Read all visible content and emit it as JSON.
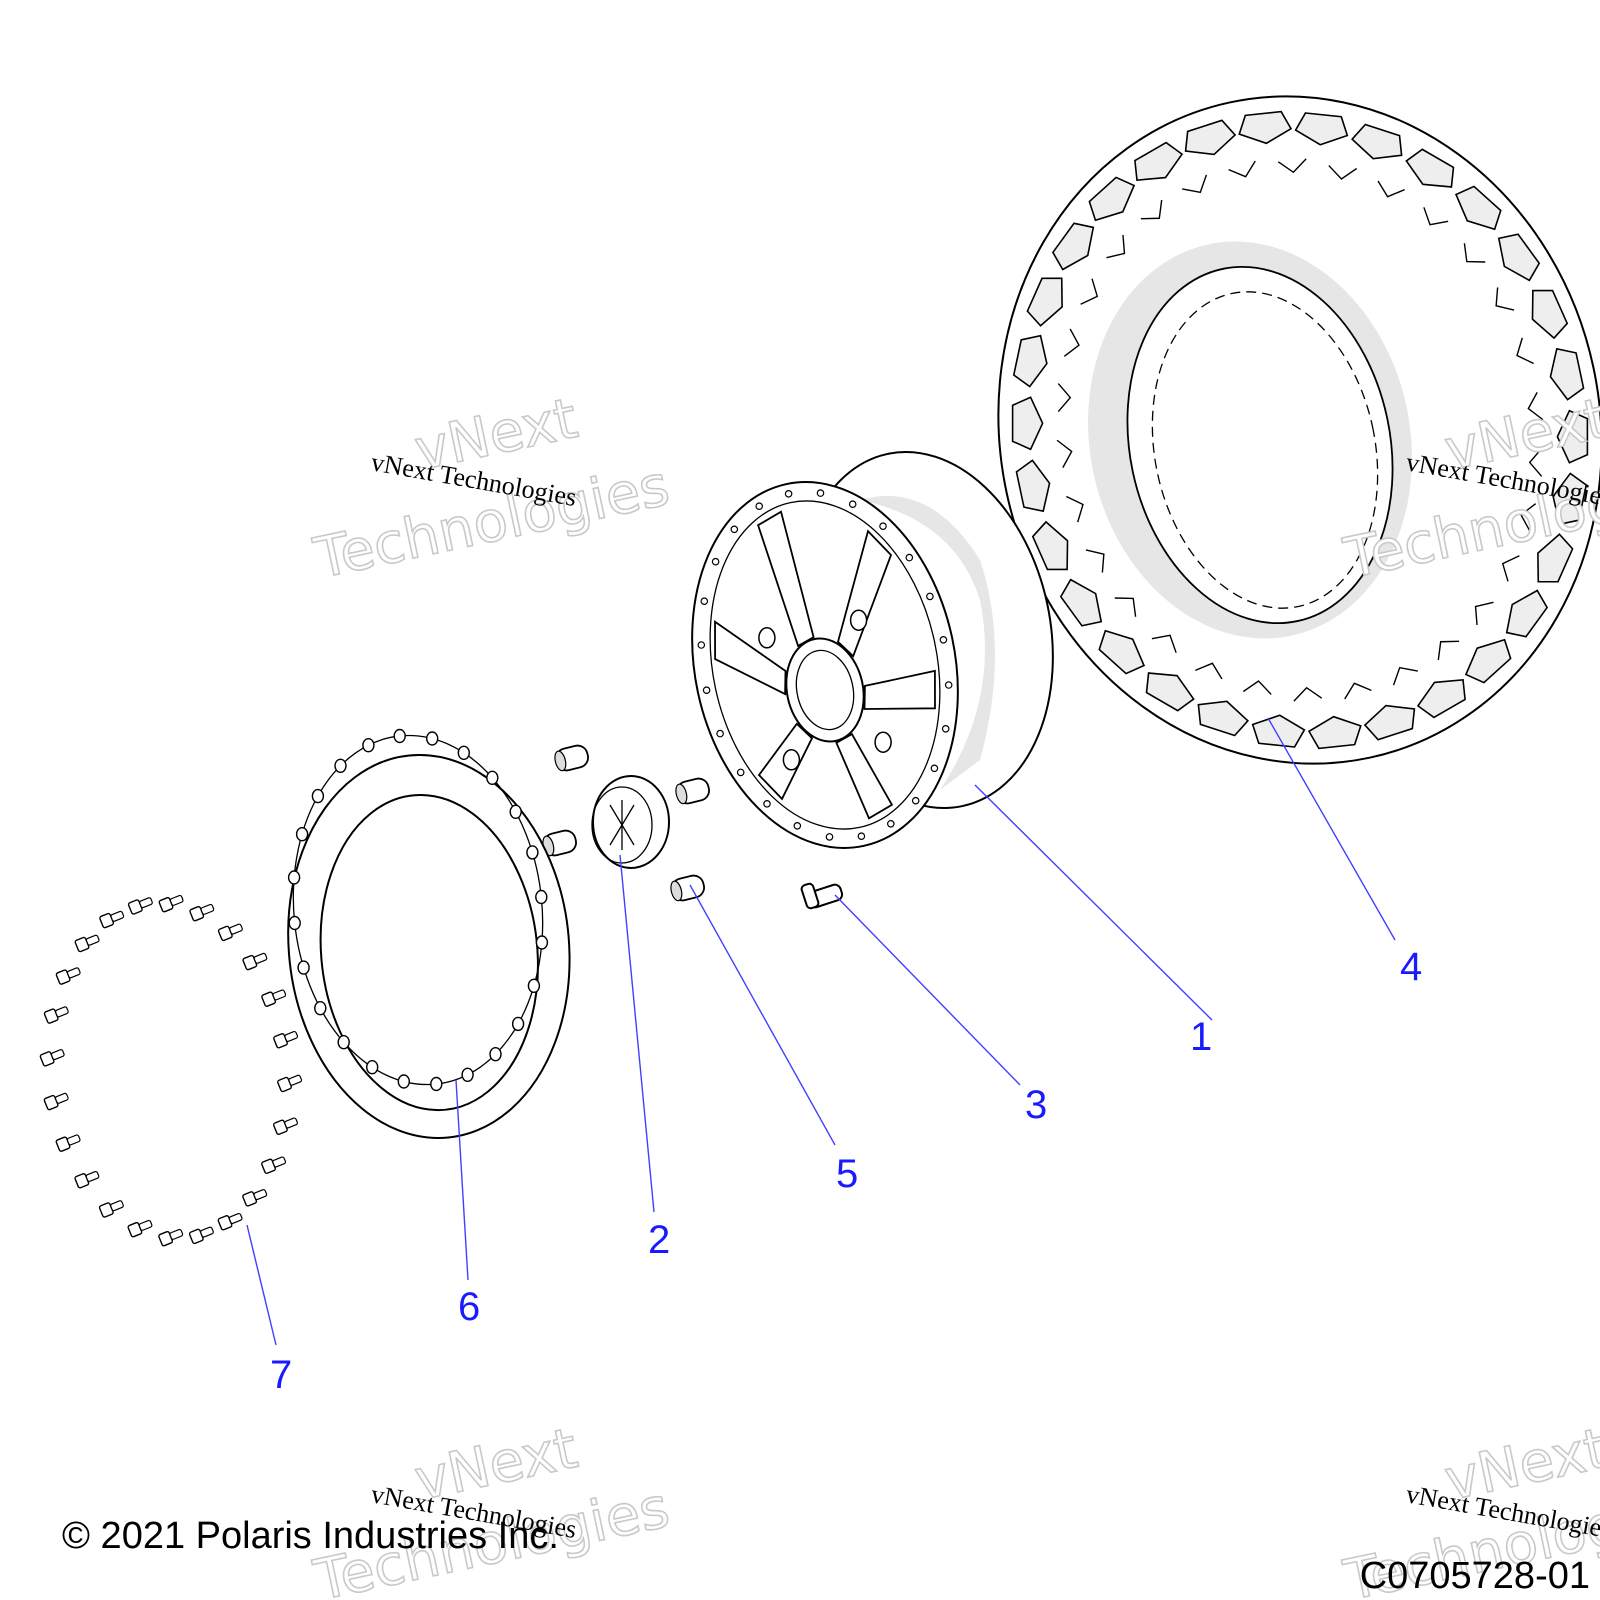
{
  "callouts": [
    {
      "id": "1",
      "label": "1"
    },
    {
      "id": "2",
      "label": "2"
    },
    {
      "id": "3",
      "label": "3"
    },
    {
      "id": "4",
      "label": "4"
    },
    {
      "id": "5",
      "label": "5"
    },
    {
      "id": "6",
      "label": "6"
    },
    {
      "id": "7",
      "label": "7"
    }
  ],
  "watermark": {
    "line": "vNext Technologies",
    "outline_word1": "vNext",
    "outline_word2": "Technologies"
  },
  "footer": {
    "copyright": "© 2021 Polaris Industries Inc.",
    "part_number": "C0705728-01"
  },
  "colors": {
    "callout": "#1a1aff",
    "leader": "#4040ff",
    "ink": "#000000",
    "shade": "#e6e6e6"
  }
}
